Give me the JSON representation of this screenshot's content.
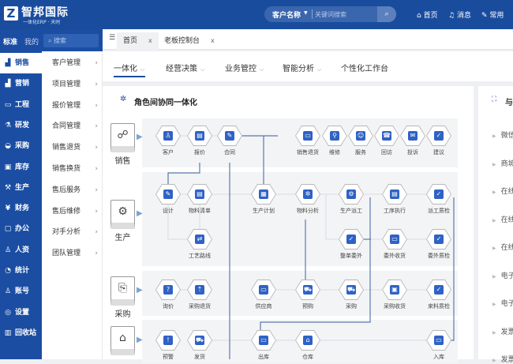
{
  "header": {
    "logo_mark": "Z",
    "logo_name": "智邦国际",
    "logo_sub": "一体化ERP · 天时",
    "search_category": "客户名称",
    "search_placeholder": "关键词搜索",
    "nav": [
      {
        "label": "首页",
        "icon": "home-icon"
      },
      {
        "label": "消息",
        "icon": "bell-icon"
      },
      {
        "label": "常用",
        "icon": "star-icon"
      }
    ]
  },
  "sidebar": {
    "switch": [
      "标准",
      "我的"
    ],
    "search_placeholder": "搜索",
    "items": [
      {
        "label": "销售",
        "icon": "chart-icon",
        "active": true
      },
      {
        "label": "营销",
        "icon": "chart-icon"
      },
      {
        "label": "工程",
        "icon": "book-icon"
      },
      {
        "label": "研发",
        "icon": "flask-icon"
      },
      {
        "label": "采购",
        "icon": "basket-icon"
      },
      {
        "label": "库存",
        "icon": "box-icon"
      },
      {
        "label": "生产",
        "icon": "factory-icon"
      },
      {
        "label": "财务",
        "icon": "yen-icon"
      },
      {
        "label": "办公",
        "icon": "briefcase-icon"
      },
      {
        "label": "人资",
        "icon": "users-icon"
      },
      {
        "label": "统计",
        "icon": "pie-icon"
      },
      {
        "label": "账号",
        "icon": "user-icon"
      },
      {
        "label": "设置",
        "icon": "gear-icon"
      },
      {
        "label": "回收站",
        "icon": "trash-icon"
      }
    ]
  },
  "submenu": [
    "客户管理",
    "项目管理",
    "报价管理",
    "合同管理",
    "销售退货",
    "销售换货",
    "售后服务",
    "售后维修",
    "对手分析",
    "团队管理"
  ],
  "tabs": [
    {
      "label": "首页",
      "close": "x"
    },
    {
      "label": "老板控制台",
      "close": "x"
    }
  ],
  "subtabs": [
    {
      "label": "一体化",
      "caret": "⌵"
    },
    {
      "label": "经营决策",
      "caret": "⌵"
    },
    {
      "label": "业务管控",
      "caret": "⌵"
    },
    {
      "label": "智能分析",
      "caret": "⌵"
    },
    {
      "label": "个性化工作台",
      "caret": ""
    }
  ],
  "card": {
    "title": "角色间协同一体化"
  },
  "lanes": [
    {
      "role": "销售",
      "icon": "people-icon",
      "rows": [
        [
          "客户",
          "报价",
          "合同",
          "销售退货",
          "维修",
          "服务",
          "回访",
          "投诉",
          "建议"
        ]
      ]
    },
    {
      "role": "生产",
      "icon": "robot-arm-icon",
      "rows": [
        [
          "设计",
          "物料清单",
          "生产计划",
          "物料分析",
          "生产派工",
          "工序执行",
          "派工质检"
        ],
        [
          "工艺路线",
          "整单委外",
          "委外收货",
          "委外质检"
        ]
      ]
    },
    {
      "role": "采购",
      "icon": "purchase-doc-icon",
      "rows": [
        [
          "询价",
          "采购退货",
          "供应商",
          "预购",
          "采购",
          "采购收货",
          "来料质检"
        ]
      ]
    },
    {
      "role": "",
      "icon": "warehouse-icon",
      "rows": [
        [
          "预警",
          "发货",
          "出库",
          "仓库",
          "入库"
        ]
      ]
    }
  ],
  "right_card": {
    "title": "与",
    "items": [
      "微信",
      "商城",
      "在线",
      "在线",
      "在线",
      "电子",
      "电子",
      "发票",
      "发票"
    ]
  },
  "accent": "#1b4ea3"
}
